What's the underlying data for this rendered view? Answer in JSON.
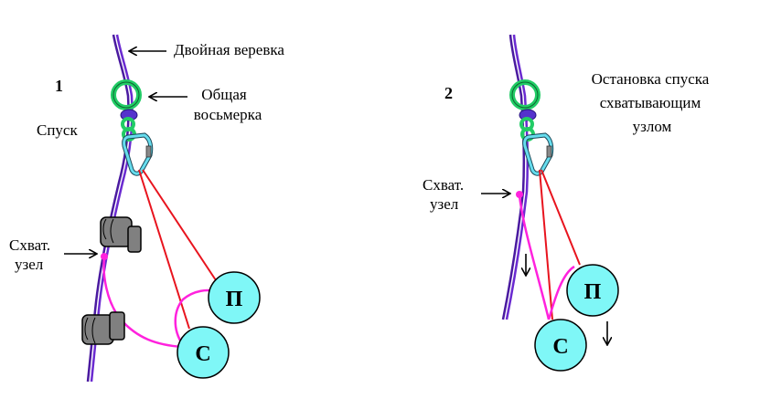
{
  "panel1": {
    "number": "1",
    "labels": {
      "double_rope": "Двойная  веревка",
      "eight_line1": "Общая",
      "eight_line2": "восьмерка",
      "descent": "Спуск",
      "prusik_line1": "Схват.",
      "prusik_line2": "узел"
    },
    "circles": {
      "belayer": "С",
      "partner": "П"
    }
  },
  "panel2": {
    "number": "2",
    "labels": {
      "title_line1": "Остановка  спуска",
      "title_line2": "схватывающим",
      "title_line3": "узлом",
      "prusik_line1": "Схват.",
      "prusik_line2": "узел"
    },
    "circles": {
      "belayer": "С",
      "partner": "П"
    }
  },
  "colors": {
    "rope": "#5a1fb0",
    "ring": "#22cc66",
    "carabiner": "#66ddee",
    "sling_red": "#e8141e",
    "sling_pink": "#ff22dd",
    "circle_fill": "#7ff7f7",
    "hand": "#808080"
  }
}
